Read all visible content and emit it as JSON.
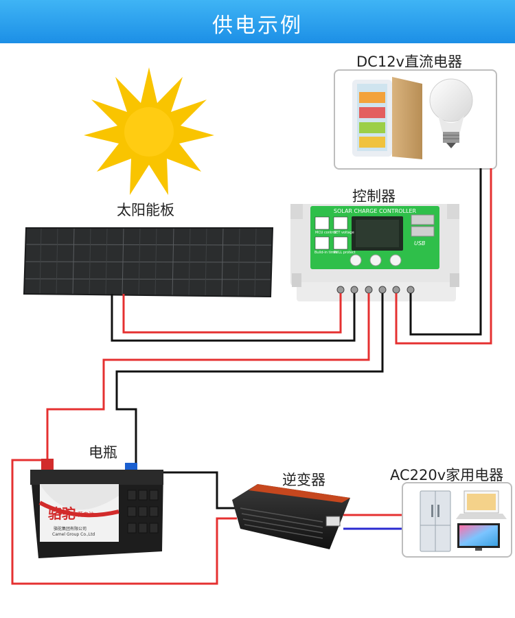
{
  "header": {
    "title": "供电示例"
  },
  "labels": {
    "dc_appliances": "DC12v直流电器",
    "controller": "控制器",
    "solar_panel": "太阳能板",
    "battery": "电瓶",
    "inverter": "逆变器",
    "ac_appliances": "AC220v家用电器"
  },
  "controller_panel": {
    "brand_text": "SOLAR CHARGE CONTROLLER",
    "usb_label": "USB",
    "icons": [
      {
        "text": "MCU control"
      },
      {
        "text": "SET voltage"
      },
      {
        "text": "Build-in timer"
      },
      {
        "text": "FULL protect"
      }
    ]
  },
  "battery_panel": {
    "brand_cn": "骆驼",
    "brand_sub": "蓄电池",
    "maker_cn": "骆驼集团有限公司",
    "maker_en": "Camel Group Co.,Ltd"
  },
  "colors": {
    "header": "#1c8fe6",
    "wire_positive": "#e53030",
    "wire_negative": "#111111",
    "wire_ac_negative": "#2a2ad0",
    "controller_green": "#2fbf4a",
    "sun": "#f9c400"
  }
}
